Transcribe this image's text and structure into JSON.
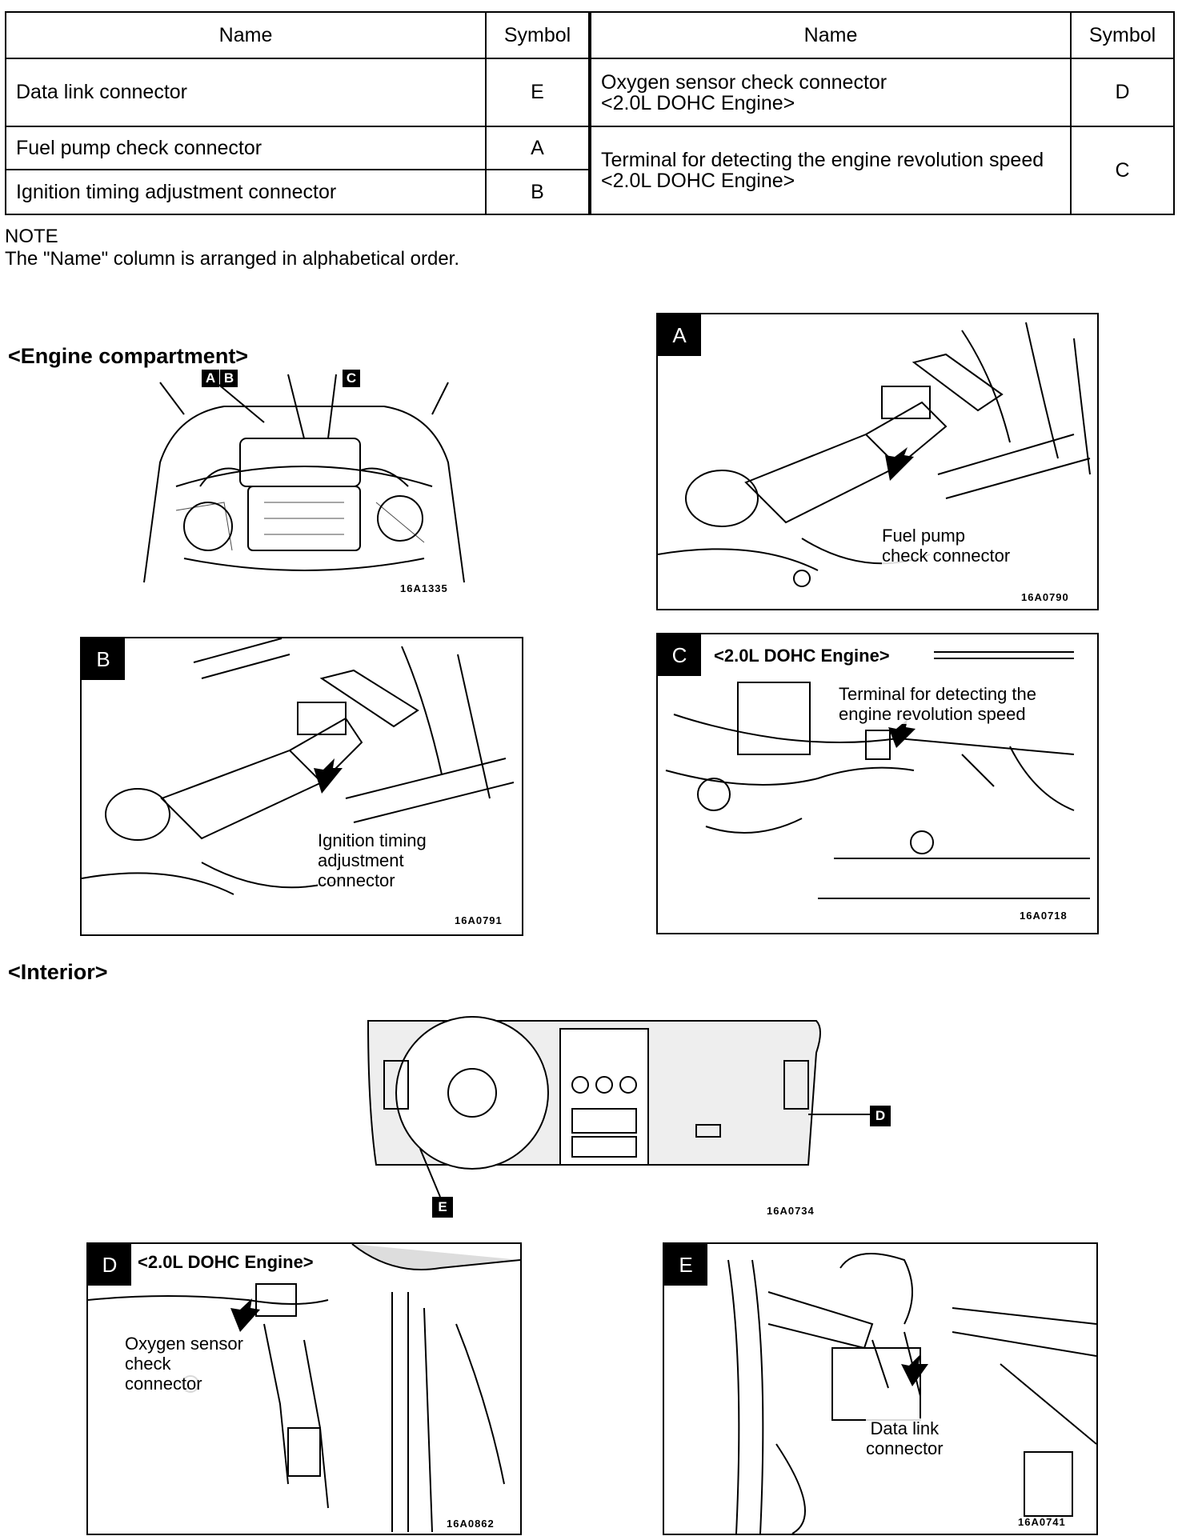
{
  "table_left": {
    "headers": {
      "name": "Name",
      "symbol": "Symbol"
    },
    "rows": [
      {
        "name": "Data link connector",
        "symbol": "E"
      },
      {
        "name": "Fuel pump check connector",
        "symbol": "A"
      },
      {
        "name": "Ignition timing adjustment connector",
        "symbol": "B"
      }
    ]
  },
  "table_right": {
    "headers": {
      "name": "Name",
      "symbol": "Symbol"
    },
    "rows": [
      {
        "name": "Oxygen sensor check connector\n<2.0L DOHC Engine>",
        "symbol": "D"
      },
      {
        "name": "Terminal for detecting the engine revolution speed\n<2.0L DOHC Engine>",
        "symbol": "C"
      }
    ]
  },
  "note": {
    "title": "NOTE",
    "text": "The \"Name\" column is arranged in alphabetical order."
  },
  "engine_heading": "<Engine compartment>",
  "interior_heading": "<Interior>",
  "overview_engine": {
    "labels": [
      "A",
      "B",
      "C"
    ],
    "figure": "16A1335"
  },
  "overview_interior": {
    "labels": [
      "D",
      "E"
    ],
    "figure": "16A0734"
  },
  "panels": {
    "A": {
      "tag": "A",
      "callout": "Fuel pump\ncheck connector",
      "figure": "16A0790"
    },
    "B": {
      "tag": "B",
      "callout": "Ignition timing\nadjustment\nconnector",
      "figure": "16A0791"
    },
    "C": {
      "tag": "C",
      "subtitle": "<2.0L DOHC Engine>",
      "callout": "Terminal for detecting the\nengine revolution speed",
      "figure": "16A0718"
    },
    "D": {
      "tag": "D",
      "subtitle": "<2.0L DOHC Engine>",
      "callout": "Oxygen sensor\ncheck\nconnector",
      "figure": "16A0862"
    },
    "E": {
      "tag": "E",
      "callout": "Data link\nconnector",
      "figure": "16A0741"
    }
  }
}
